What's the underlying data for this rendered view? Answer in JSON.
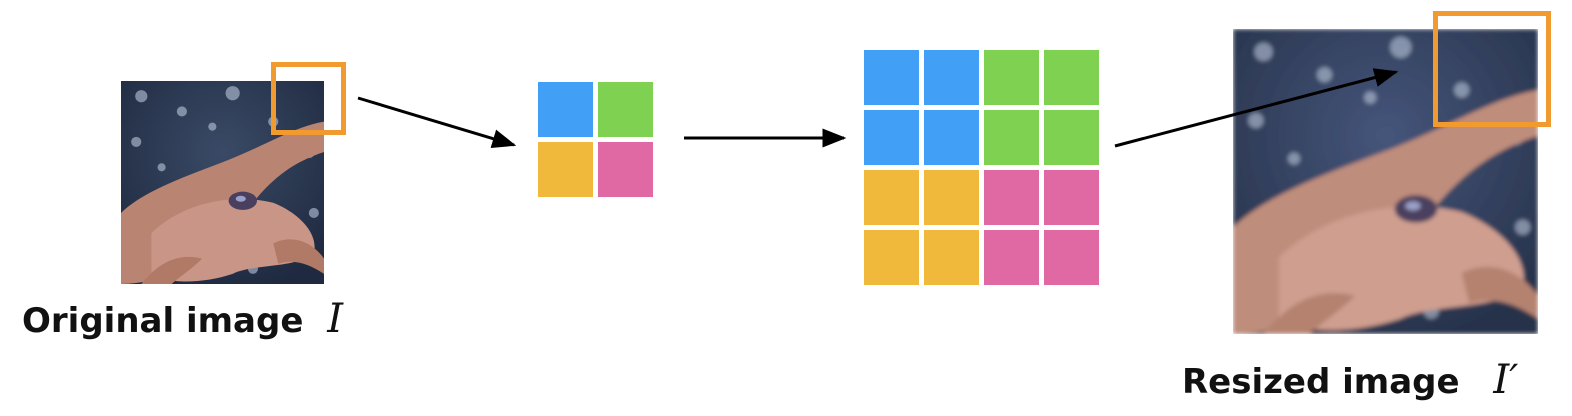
{
  "labels": {
    "original": "Original image",
    "original_symbol": "I",
    "resized": "Resized image",
    "resized_symbol": "I′"
  },
  "colors": {
    "blue": "#41a0f5",
    "green": "#7fd152",
    "yellow": "#f0b93c",
    "pink": "#e069a4",
    "highlight": "#f09a30",
    "arrow": "#000000"
  },
  "small_grid": [
    [
      "blue",
      "green"
    ],
    [
      "yellow",
      "pink"
    ]
  ],
  "large_grid": [
    [
      "blue",
      "blue",
      "green",
      "green"
    ],
    [
      "blue",
      "blue",
      "green",
      "green"
    ],
    [
      "yellow",
      "yellow",
      "pink",
      "pink"
    ],
    [
      "yellow",
      "yellow",
      "pink",
      "pink"
    ]
  ]
}
